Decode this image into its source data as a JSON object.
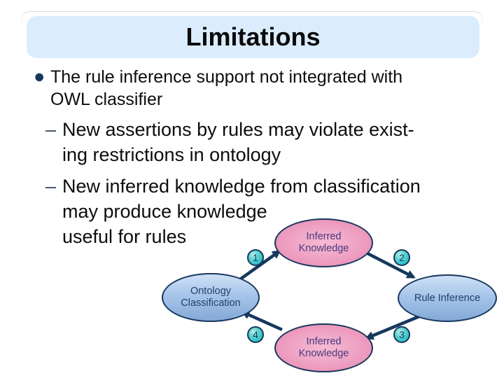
{
  "slide": {
    "title": "Limitations",
    "title_bar_color": "#dbedfc",
    "background_color": "#ffffff"
  },
  "bullets": {
    "main": {
      "marker": "●",
      "lines": [
        "The rule inference support not integrated with",
        "OWL classifier"
      ]
    },
    "sub": [
      {
        "marker": "–",
        "lines": [
          "New assertions by rules may violate exist-",
          "ing restrictions in ontology"
        ]
      },
      {
        "marker": "–",
        "lines": [
          "New inferred knowledge from classification",
          "may produce knowledge",
          "useful for rules"
        ]
      }
    ]
  },
  "diagram": {
    "nodes": {
      "top": {
        "line1": "Inferred",
        "line2": "Knowledge",
        "style": "pink"
      },
      "right": {
        "line1": "Rule Inference",
        "style": "blue"
      },
      "bottom": {
        "line1": "Inferred",
        "line2": "Knowledge",
        "style": "pink"
      },
      "left": {
        "line1": "Ontology",
        "line2": "Classification",
        "style": "blue"
      }
    },
    "steps": {
      "s1": "1",
      "s2": "2",
      "s3": "3",
      "s4": "4"
    },
    "cycle": [
      "Ontology Classification → Inferred Knowledge (1)",
      "Inferred Knowledge → Rule Inference (2)",
      "Rule Inference → Inferred Knowledge (3)",
      "Inferred Knowledge → Ontology Classification (4)"
    ],
    "colors": {
      "arrow": "#17375d",
      "node_border": "#17375d",
      "pink_fill": "#ec93b9",
      "blue_fill": "#9bbce4",
      "step_fill": "#3cc5c6",
      "pink_text": "#473c7c",
      "blue_text": "#1f416b"
    }
  }
}
